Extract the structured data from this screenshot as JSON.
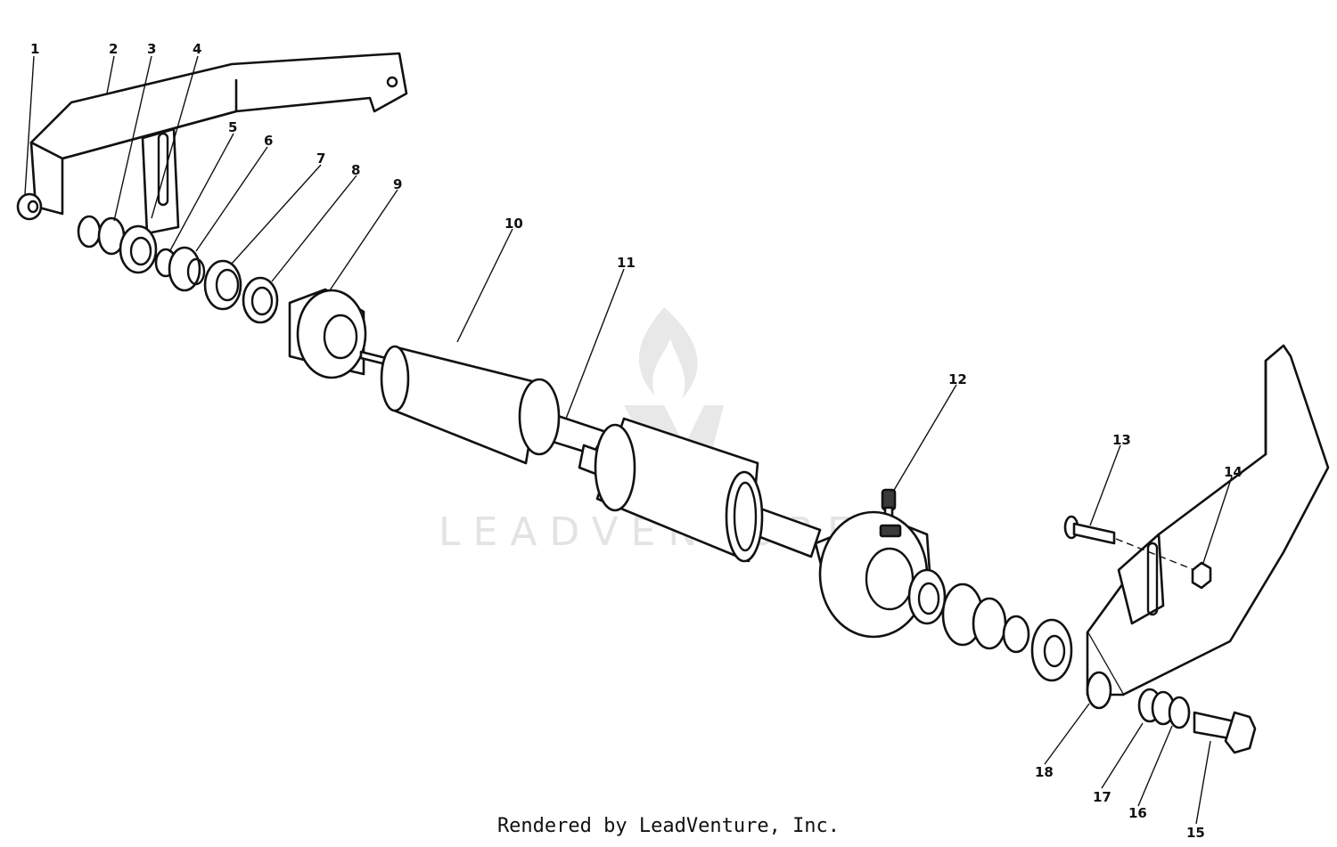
{
  "watermark": {
    "text": "LEADVENTURE"
  },
  "footer": {
    "text": "Rendered by LeadVenture, Inc."
  },
  "callouts": [
    "1",
    "2",
    "3",
    "4",
    "5",
    "6",
    "7",
    "8",
    "9",
    "10",
    "11",
    "12",
    "13",
    "14",
    "15",
    "16",
    "17",
    "18"
  ],
  "colors": {
    "ink": "#111111",
    "watermark": "#e3e3e3",
    "background": "#ffffff"
  }
}
